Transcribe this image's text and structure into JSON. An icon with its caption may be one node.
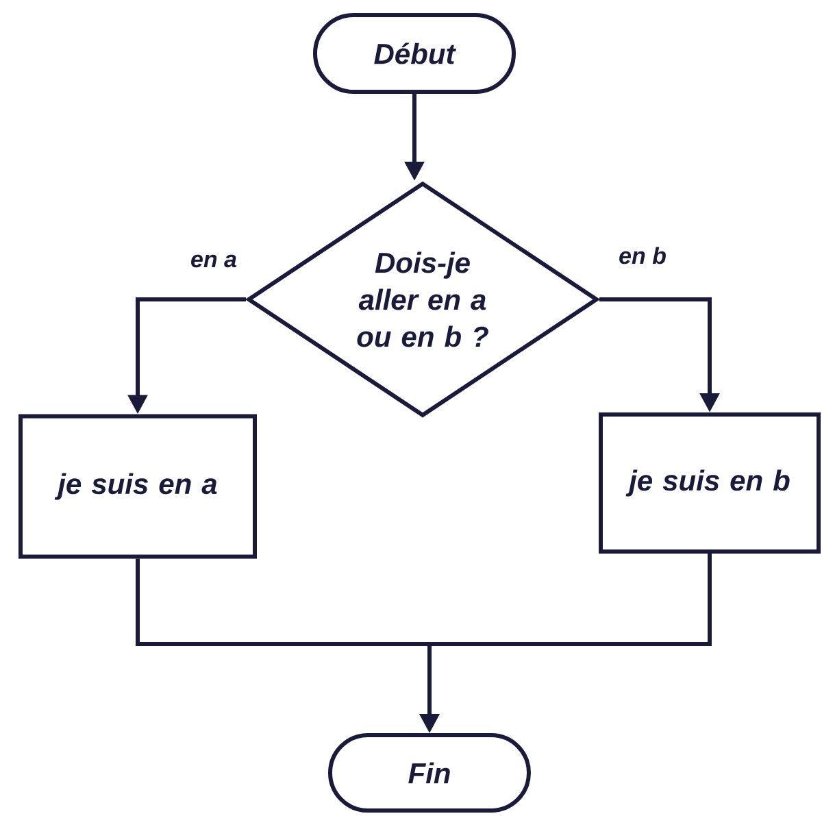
{
  "diagram": {
    "nodes": [
      {
        "text": [
          "Début"
        ]
      },
      {
        "text": [
          "Dois-je aller en a ou en b ?"
        ]
      },
      {
        "text": [
          "je suis en a"
        ]
      },
      {
        "text": [
          "je suis en b"
        ]
      },
      {
        "text": [
          "Fin"
        ]
      }
    ],
    "edges": [
      {
        "from": 0,
        "to": 1,
        "arrow": "to"
      },
      {
        "from": 1,
        "to": 2,
        "arrow": "to",
        "label": "en a"
      },
      {
        "from": 1,
        "to": 3,
        "arrow": "to",
        "label": "en b"
      },
      {
        "from": 2,
        "to": 4,
        "arrow": "to"
      },
      {
        "from": 3,
        "to": 4,
        "arrow": "to"
      }
    ]
  }
}
